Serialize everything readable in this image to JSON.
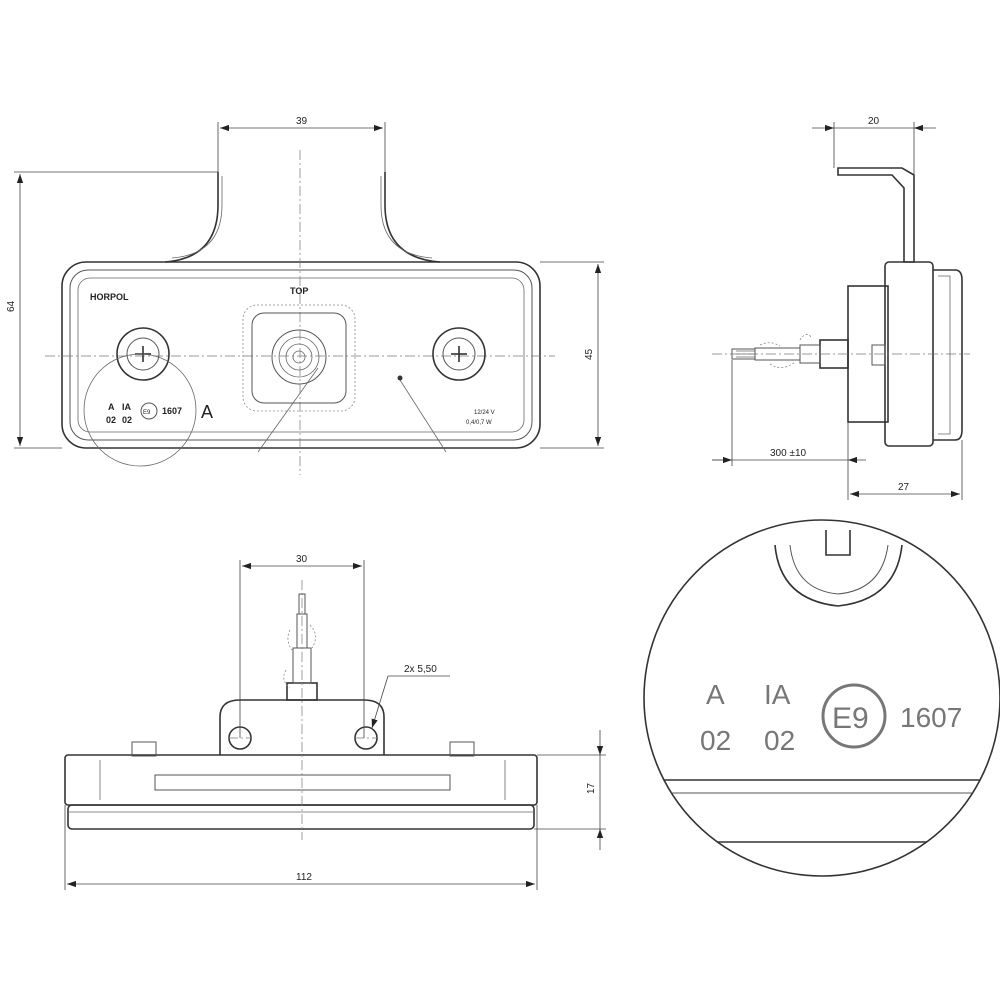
{
  "front_view": {
    "brand": "HORPOL",
    "top_label": "TOP",
    "mark_a": "A",
    "mark_ia": "IA",
    "mark_02a": "02",
    "mark_02b": "02",
    "ece_symbol": "E9",
    "approval_no": "1607",
    "class_letter": "A",
    "voltage": "12/24 V",
    "power": "0,4/0,7 W"
  },
  "dimensions": {
    "top_width": "39",
    "height_overall": "64",
    "height_body": "45",
    "side_width": "20",
    "cable_length": "300 ±10",
    "depth": "27",
    "bottom_width": "30",
    "hole_note": "2x 5,50",
    "bottom_height": "17",
    "overall_width": "112"
  },
  "detail": {
    "mark_a": "A",
    "mark_ia": "IA",
    "mark_02a": "02",
    "mark_02b": "02",
    "ece_symbol": "E9",
    "approval_no": "1607"
  }
}
